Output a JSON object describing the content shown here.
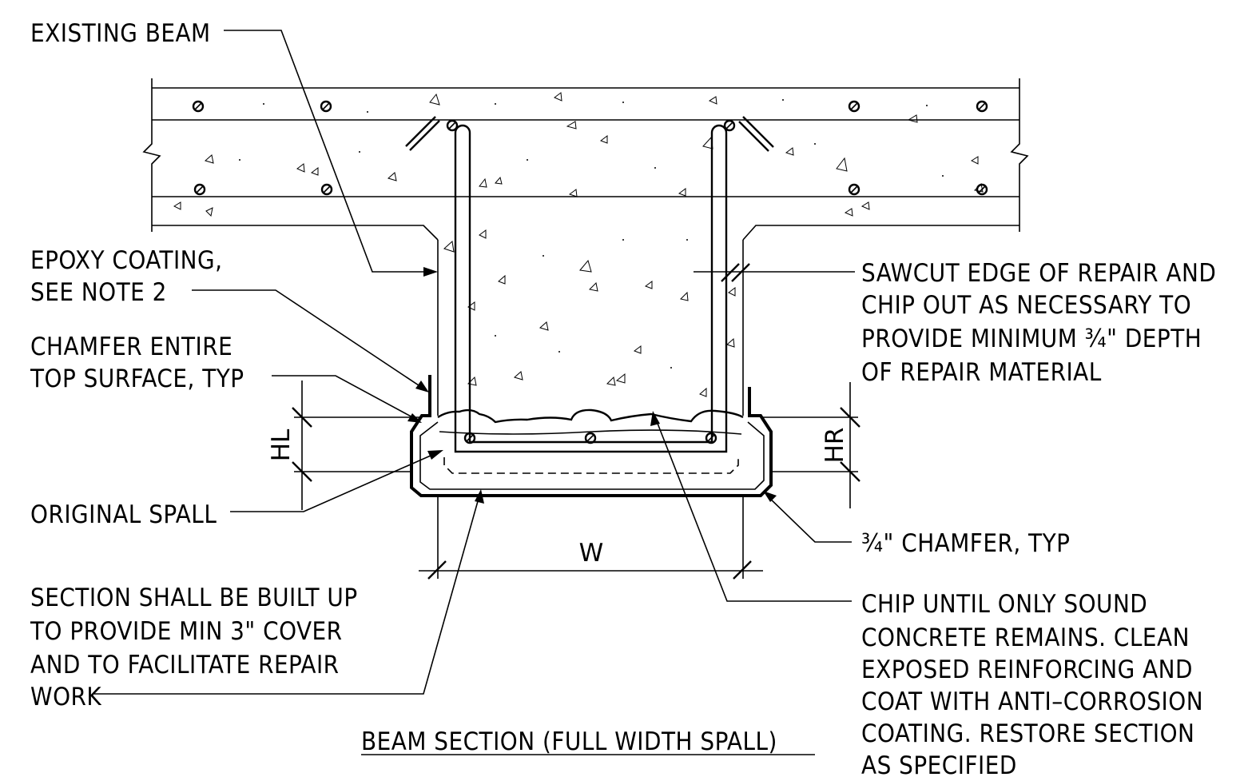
{
  "labels": {
    "existing_beam": "EXISTING BEAM",
    "epoxy_1": "EPOXY COATING,",
    "epoxy_2": "SEE NOTE 2",
    "chamfer_top_1": "CHAMFER ENTIRE",
    "chamfer_top_2": "TOP SURFACE, TYP",
    "original_spall": "ORIGINAL SPALL",
    "section_1": "SECTION SHALL BE BUILT UP",
    "section_2": "TO PROVIDE MIN 3\" COVER",
    "section_3": "AND TO FACILITATE REPAIR",
    "section_4": "WORK",
    "sawcut_1": "SAWCUT EDGE OF REPAIR AND",
    "sawcut_2": "CHIP OUT AS NECESSARY TO",
    "sawcut_3": "PROVIDE MINIMUM ¾\" DEPTH",
    "sawcut_4": "OF REPAIR MATERIAL",
    "chamfer_typ": "¾\" CHAMFER, TYP",
    "chip_1": "CHIP UNTIL ONLY SOUND",
    "chip_2": "CONCRETE REMAINS. CLEAN",
    "chip_3": "EXPOSED REINFORCING AND",
    "chip_4": "COAT WITH ANTI–CORROSION",
    "chip_5": "COATING. RESTORE SECTION",
    "chip_6": "AS SPECIFIED",
    "dim_w": "W",
    "dim_hl": "HL",
    "dim_hr": "HR",
    "title": "BEAM SECTION (FULL WIDTH SPALL)"
  }
}
